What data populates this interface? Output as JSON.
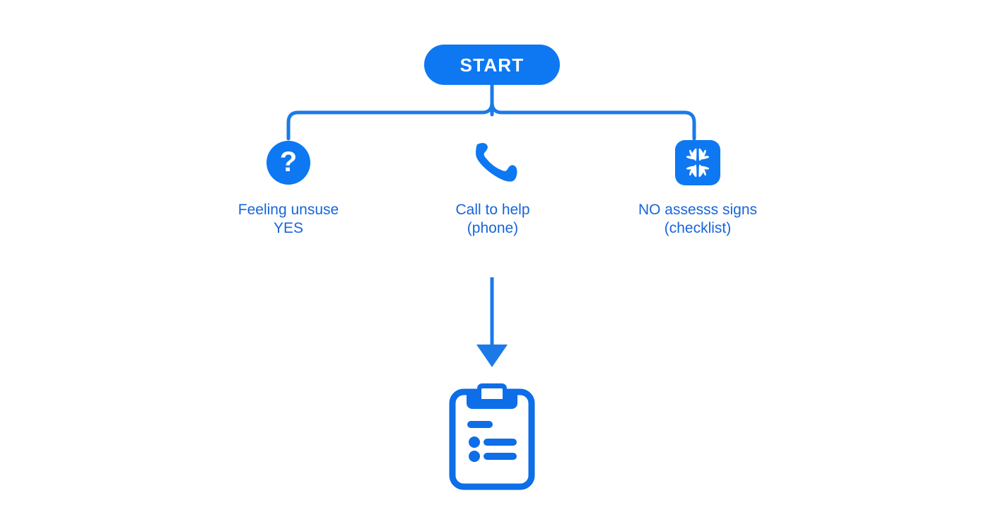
{
  "diagram": {
    "type": "flowchart",
    "background_color": "#ffffff",
    "accent_color": "#0d78f2",
    "label_color": "#1665dc",
    "start": {
      "label": "START",
      "shape": "rounded-pill",
      "fill": "#0d78f2",
      "text_color": "#ffffff"
    },
    "branches": [
      {
        "id": "left",
        "icon": "question-mark-circle-icon",
        "icon_glyph": "?",
        "label": "Feeling unsuse\nYES"
      },
      {
        "id": "middle",
        "icon": "phone-handset-icon",
        "label": "Call to help\n(phone)"
      },
      {
        "id": "right",
        "icon": "brain-checklist-square-icon",
        "label": "NO assesss signs\n(checklist)"
      }
    ],
    "connectors": {
      "start_to_branches": "vertical stem with horizontal split bar and rounded elbows",
      "middle_to_clipboard": "vertical arrow pointing down"
    },
    "outcome": {
      "icon": "clipboard-checklist-icon",
      "label": ""
    }
  }
}
